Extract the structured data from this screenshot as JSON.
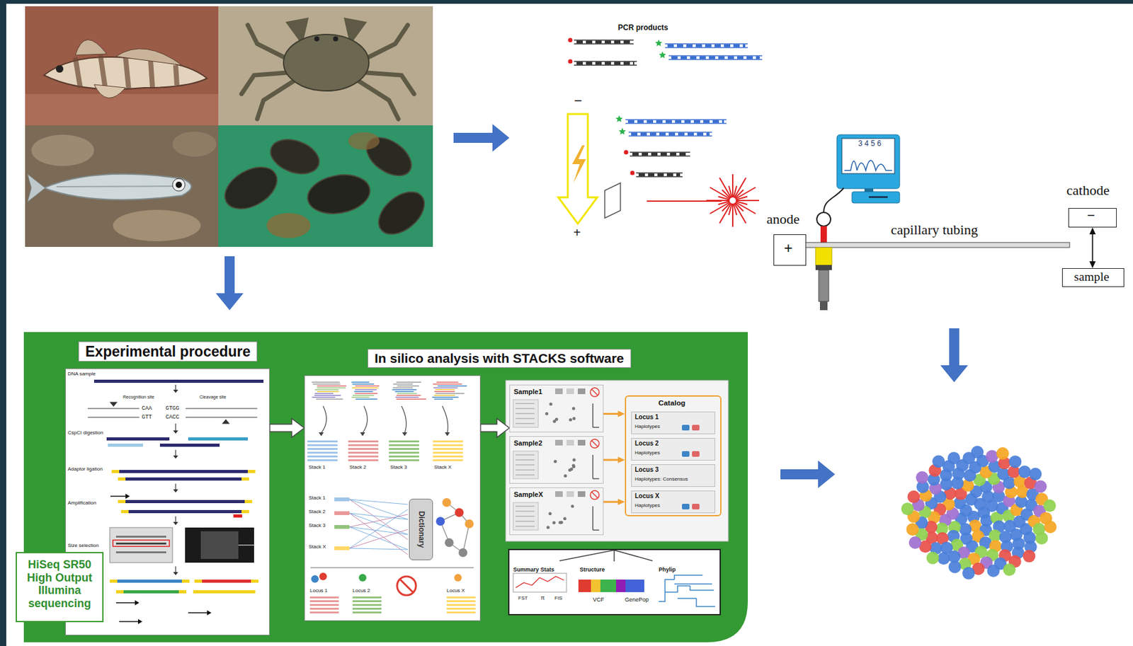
{
  "diagram": {
    "nodes": [
      {
        "text": [
          "Experimental procedure"
        ]
      },
      {
        "text": [
          "HiSeq SR50 High Output Illumina sequencing"
        ]
      },
      {
        "text": [
          "In silico analysis with STACKS software"
        ]
      },
      {
        "text": [
          "Dictionary"
        ],
        "in": 2
      },
      {
        "text": [
          "Sample1"
        ]
      },
      {
        "text": [
          "Sample2"
        ]
      },
      {
        "text": [
          "SampleX"
        ]
      },
      {
        "text": [
          "Catalog"
        ]
      },
      {
        "text": [
          "Locus 1",
          "Haplotypes"
        ],
        "in": 7
      },
      {
        "text": [
          "Locus 2",
          "Haplotypes"
        ],
        "in": 7
      },
      {
        "text": [
          "Locus 3",
          "Haplotypes: Consensus"
        ],
        "in": 7
      },
      {
        "text": [
          "Locus X",
          "Haplotypes"
        ],
        "in": 7
      },
      {
        "text": [
          "Summary Stats",
          "Structure",
          "Phylip"
        ]
      },
      {
        "text": [
          "anode",
          "+"
        ]
      },
      {
        "text": [
          "cathode",
          "−"
        ]
      },
      {
        "text": [
          "sample"
        ]
      }
    ],
    "edges": [
      {
        "from": 0,
        "to": 2,
        "arrow": "to"
      },
      {
        "from": 2,
        "to": 4,
        "arrow": "to"
      },
      {
        "from": 4,
        "to": 7,
        "arrow": "to"
      },
      {
        "from": 5,
        "to": 7,
        "arrow": "to"
      },
      {
        "from": 6,
        "to": 7,
        "arrow": "to"
      },
      {
        "from": 14,
        "to": 15,
        "arrow": "both"
      }
    ],
    "labels": [
      "PCR products",
      "−",
      "+",
      "3 4 5 6",
      "capillary tubing",
      "DNA sample",
      "Recognition site",
      "Cleavage site",
      "CAA",
      "GTGG",
      "GTT",
      "CACC",
      "CspCI digestion",
      "Adaptor ligation",
      "Amplification",
      "Size selection",
      "Stack 1",
      "Stack 2",
      "Stack 3",
      "Stack X",
      "Stack 1",
      "Stack 2",
      "Stack 3",
      "Stack X",
      "Locus 1",
      "Locus 2",
      "Locus X",
      "FST",
      "π",
      "FIS",
      "VCF",
      "GenePop"
    ]
  }
}
